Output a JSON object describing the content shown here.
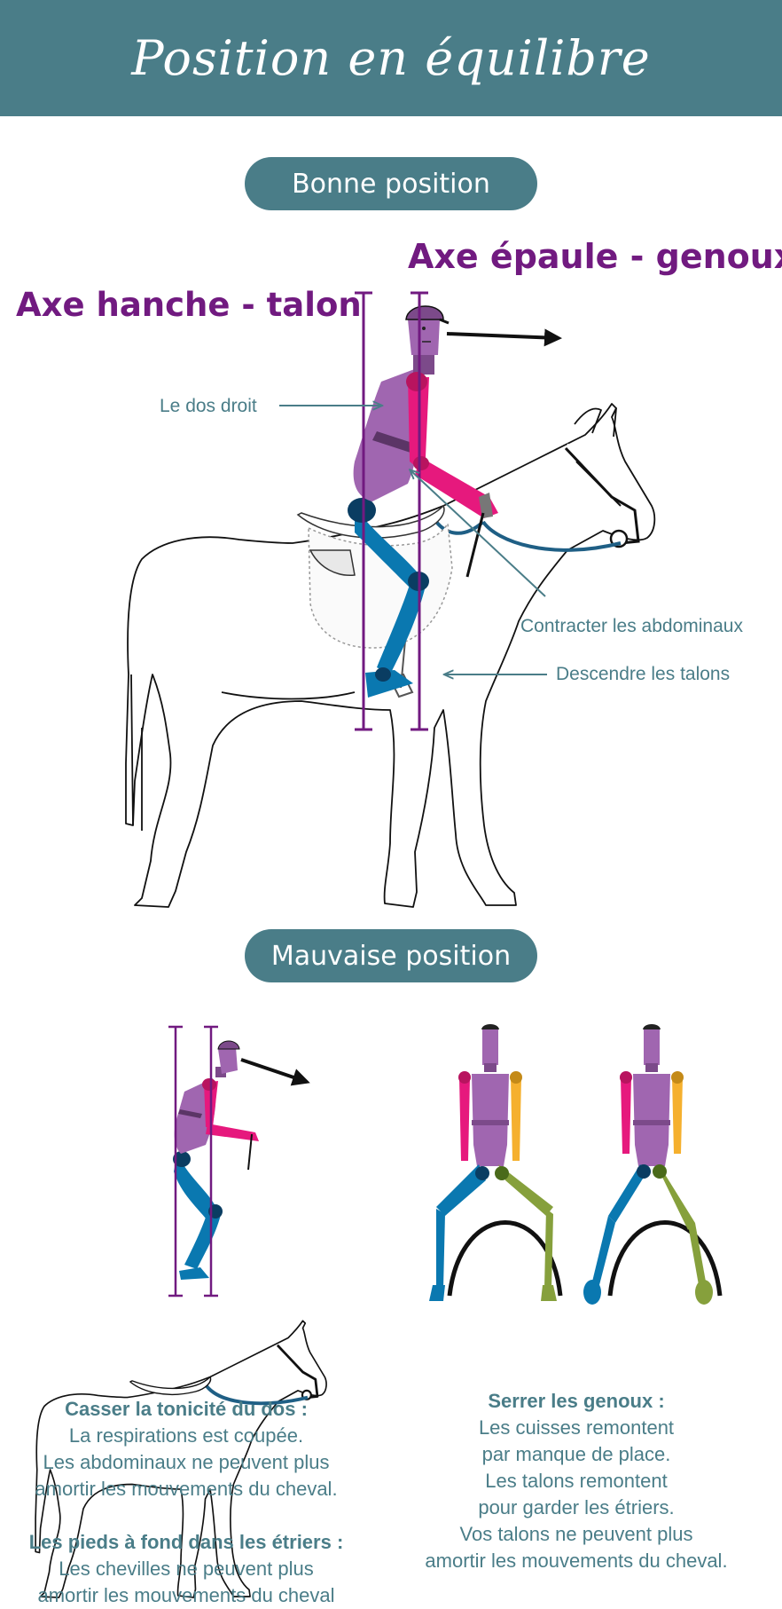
{
  "title": "Position en équilibre",
  "sections": {
    "good_label": "Bonne position",
    "bad_label": "Mauvaise position"
  },
  "axes": {
    "shoulder_knee": "Axe épaule - genoux",
    "hip_heel": "Axe hanche - talon"
  },
  "annotations": {
    "straight_back": "Le dos droit",
    "abdominals": "Contracter les abdominaux",
    "heels": "Descendre les talons"
  },
  "captions": {
    "back": {
      "title": "Casser la tonicité du dos :",
      "lines": [
        "La respirations est coupée.",
        "Les abdominaux ne peuvent plus",
        "amortir les mouvements du cheval."
      ]
    },
    "feet": {
      "title": "Les pieds à fond dans les étriers :",
      "lines": [
        "Les chevilles ne peuvent plus",
        "amortir les mouvements du cheval"
      ]
    },
    "knees": {
      "title": "Serrer les genoux :",
      "lines": [
        "Les cuisses remontent",
        "par manque de place.",
        "Les talons remontent",
        "pour garder les étriers.",
        "Vos talons ne peuvent plus",
        "amortir les mouvements du cheval."
      ]
    }
  },
  "colors": {
    "header": "#4a7d88",
    "axis": "#711a80",
    "torso": "#a066b0",
    "arm": "#e6197d",
    "leg": "#0a78b0",
    "leg_alt": "#86a03c",
    "arm_alt": "#f5b02e",
    "rein": "#1f5f85"
  }
}
